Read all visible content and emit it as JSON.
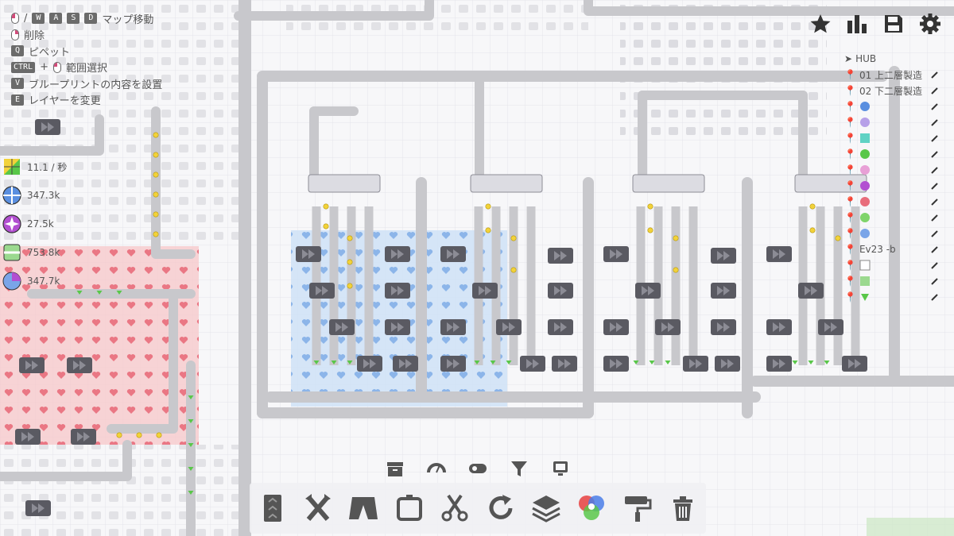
{
  "controls": [
    {
      "keys": [
        "mouse-left",
        "W",
        "A",
        "S",
        "D"
      ],
      "label": "マップ移動"
    },
    {
      "keys": [
        "mouse-right"
      ],
      "label": "削除"
    },
    {
      "keys": [
        "Q"
      ],
      "label": "ピペット"
    },
    {
      "keys": [
        "CTRL",
        "mouse-left"
      ],
      "label": "範囲選択"
    },
    {
      "keys": [
        "V"
      ],
      "label": "ブループリントの内容を設置"
    },
    {
      "keys": [
        "E"
      ],
      "label": "レイヤーを変更"
    }
  ],
  "stats": [
    {
      "value": "11.1 / 秒",
      "shape": "yellow-green-shape-icon"
    },
    {
      "value": "347.3k",
      "shape": "blue-circle-shape-icon"
    },
    {
      "value": "27.5k",
      "shape": "purple-star-shape-icon"
    },
    {
      "value": "753.8k",
      "shape": "green-white-shape-icon"
    },
    {
      "value": "347.7k",
      "shape": "blue-purple-shape-icon"
    }
  ],
  "waypoints": {
    "title": "HUB",
    "items": [
      {
        "label": "01 上二層製造"
      },
      {
        "label": "02 下二層製造"
      },
      {
        "label": "",
        "icon": "blue-circle-shape-icon"
      },
      {
        "label": "",
        "icon": "mixed-shape-icon"
      },
      {
        "label": "",
        "icon": "teal-shape-icon"
      },
      {
        "label": "",
        "icon": "green-shape-icon"
      },
      {
        "label": "",
        "icon": "mixed-shape-icon"
      },
      {
        "label": "",
        "icon": "purple-shape-icon"
      },
      {
        "label": "",
        "icon": "red-shape-icon"
      },
      {
        "label": "",
        "icon": "green-shape-icon"
      },
      {
        "label": "",
        "icon": "blue-shape-icon"
      },
      {
        "label": "Ev23 -b"
      },
      {
        "label": "",
        "icon": "white-shape-icon"
      },
      {
        "label": "",
        "icon": "green-white-shape-icon"
      },
      {
        "label": "",
        "icon": "green-shape-icon"
      }
    ]
  },
  "top_icons": [
    "star-icon",
    "statistics-icon",
    "save-icon",
    "settings-icon"
  ],
  "layer_icons": [
    "storage-icon",
    "meter-icon",
    "display-icon",
    "filter-icon",
    "monitor-icon"
  ],
  "tools": [
    "belt-icon",
    "balancer-icon",
    "tunnel-icon",
    "rotator-icon",
    "cutter-icon",
    "rotate-icon",
    "stacker-icon",
    "color-mixer-icon",
    "painter-icon",
    "trash-icon"
  ],
  "colors": {
    "belt": "#c8c8cc",
    "building": "#5a5a62",
    "yellow": "#f2d23a",
    "green": "#59c749",
    "red_zone": "#f4b8bd",
    "blue_zone": "#bcd7f5"
  }
}
